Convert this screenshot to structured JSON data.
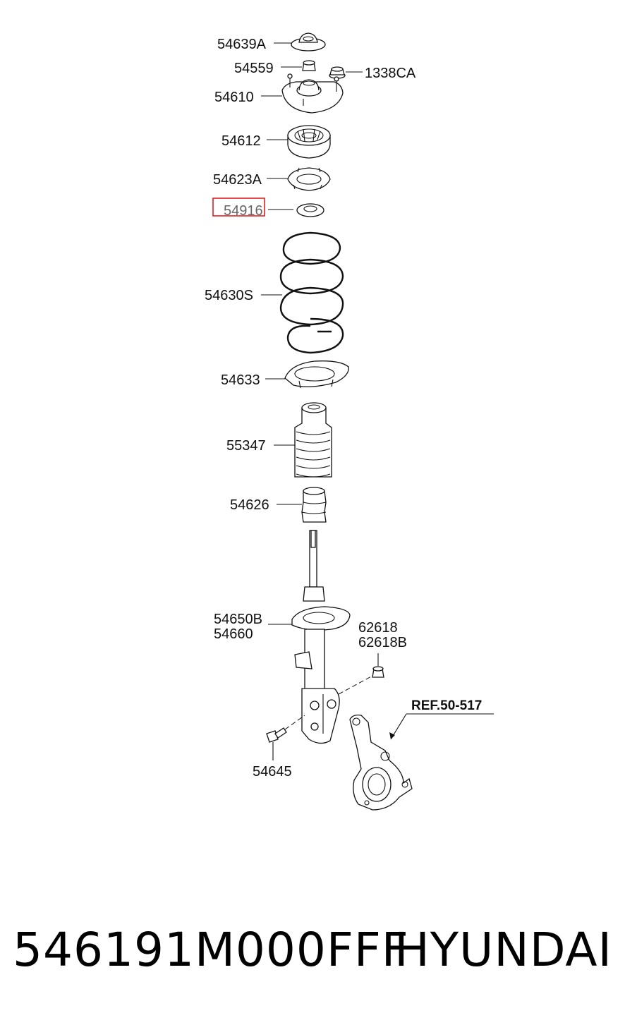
{
  "labels": {
    "l54639A": "54639A",
    "l54559": "54559",
    "l1338CA": "1338CA",
    "l54610": "54610",
    "l54612": "54612",
    "l54623A": "54623A",
    "l54916": "54916",
    "l54630S": "54630S",
    "l54633": "54633",
    "l55347": "55347",
    "l54626": "54626",
    "l54650B": "54650B",
    "l54660": "54660",
    "l62618": "62618",
    "l62618B": "62618B",
    "l54645": "54645",
    "ref": "REF.50-517"
  },
  "highlight": {
    "part": "54916",
    "color": "#e0201e"
  },
  "footer": {
    "part_number": "546191M000FFF",
    "brand": "HYUNDAI"
  }
}
